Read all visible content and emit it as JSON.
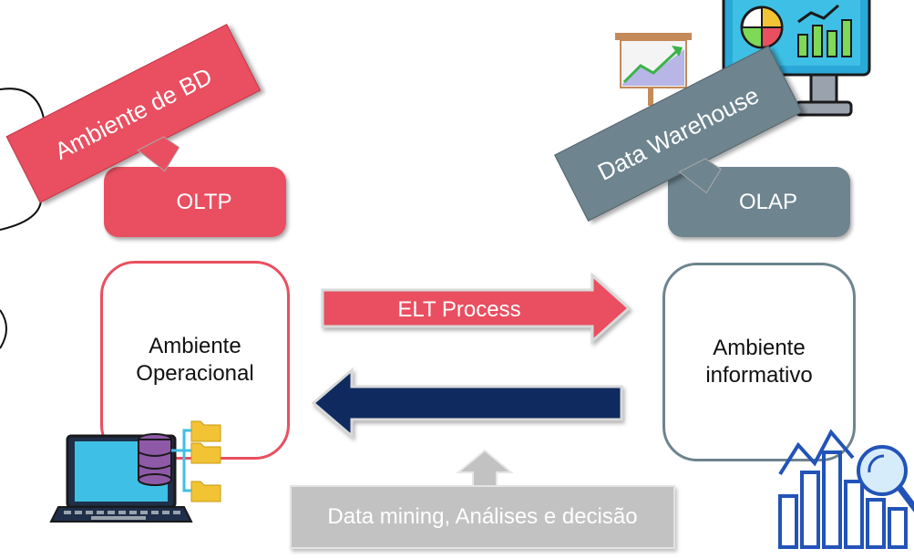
{
  "top_left": {
    "banner": "Ambiente de BD",
    "tag": "OLTP",
    "env_line1": "Ambiente",
    "env_line2": "Operacional"
  },
  "top_right": {
    "banner": "Data Warehouse",
    "tag": "OLAP",
    "env_line1": "Ambiente",
    "env_line2": "informativo"
  },
  "arrows": {
    "forward_label": "ELT Process",
    "backward_label": ""
  },
  "bottom": {
    "label": "Data mining, Análises e decisão"
  },
  "colors": {
    "red": "#E94F60",
    "slate": "#6E848F",
    "navy": "#0F2A5E",
    "gray": "#C2C2C2"
  },
  "icons": [
    "presentation-board-icon",
    "monitor-dashboard-icon",
    "laptop-database-icon",
    "bar-chart-search-icon"
  ]
}
